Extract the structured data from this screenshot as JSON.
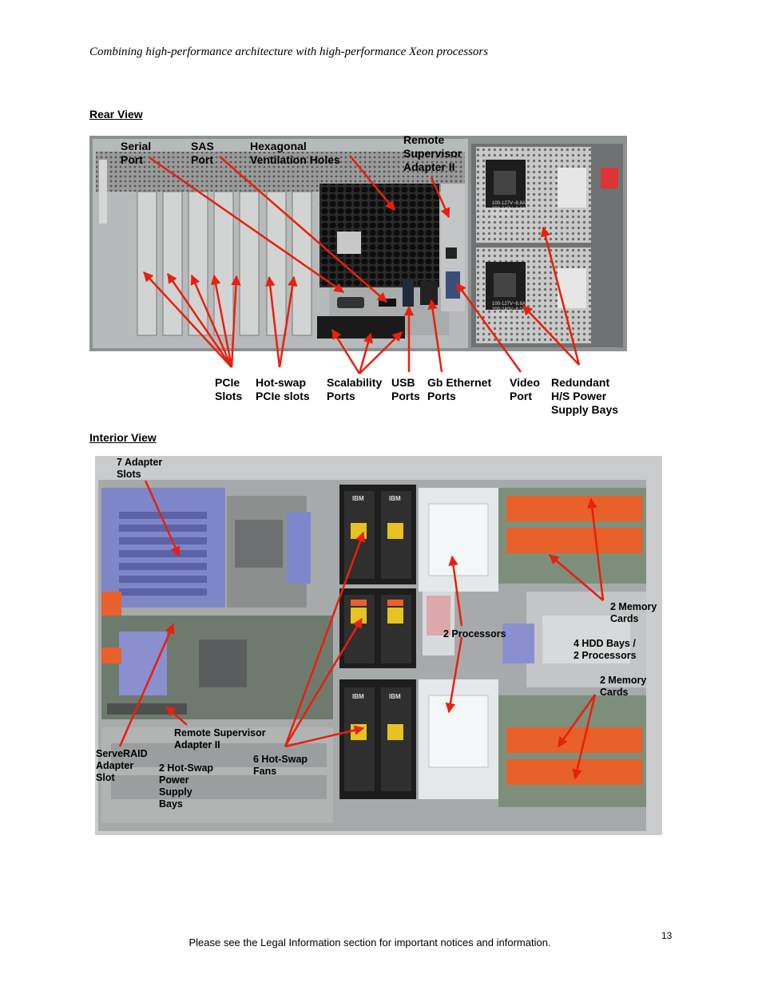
{
  "header": {
    "title": "Combining high-performance architecture with high-performance Xeon processors"
  },
  "rear": {
    "heading": "Rear View",
    "labels": {
      "serial_port": "Serial\nPort",
      "sas_port": "SAS\nPort",
      "hex_vent": "Hexagonal\nVentilation Holes",
      "rsa": "Remote\nSupervisor\nAdapter II",
      "pcie": "PCIe\nSlots",
      "hotswap_pcie": "Hot-swap\nPCIe slots",
      "scalability": "Scalability\nPorts",
      "usb": "USB\nPorts",
      "gb_ethernet": "Gb Ethernet\nPorts",
      "video": "Video\nPort",
      "psu": "Redundant\nH/S Power\nSupply Bays"
    },
    "psu_rating": [
      "100-127V~8.8A",
      "200-240V~8.0A",
      "50-60Hz"
    ]
  },
  "interior": {
    "heading": "Interior View",
    "labels": {
      "adapter_slots": "7 Adapter\nSlots",
      "memory_top": "2 Memory\nCards",
      "processors": "2 Processors",
      "hdd_bays": "4 HDD Bays /\n2 Processors",
      "memory_bottom": "2 Memory\nCards",
      "rsa": "Remote Supervisor\nAdapter II",
      "serveraid": "ServeRAID\nAdapter\nSlot",
      "psu_bays": "2 Hot-Swap\nPower\nSupply\nBays",
      "fans": "6 Hot-Swap\nFans"
    },
    "fan_brand": "IBM"
  },
  "footer": {
    "text": "Please see the Legal Information section for important notices and information.",
    "page_number": "13"
  },
  "colors": {
    "arrow": "#e8200c",
    "chassis": "#b9bcbd",
    "memory": "#e8602a",
    "adapter": "#8a8fd0"
  }
}
